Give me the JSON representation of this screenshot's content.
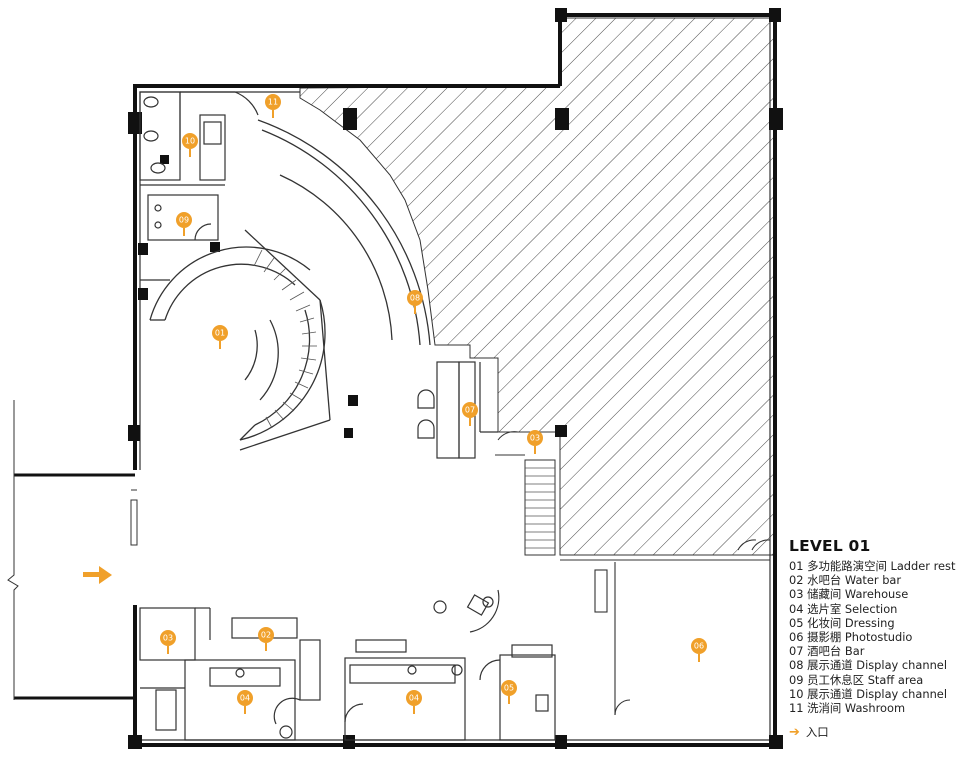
{
  "legend": {
    "title": "LEVEL 01",
    "items": [
      "01 多功能路演空间  Ladder rest",
      "02 水吧台  Water bar",
      "03 储藏间  Warehouse",
      "04 选片室  Selection",
      "05 化妆间  Dressing",
      "06 摄影棚  Photostudio",
      "07 酒吧台  Bar",
      "08 展示通道  Display channel",
      "09 员工休息区  Staff area",
      "10 展示通道  Display channel",
      "11 洗消间  Washroom"
    ],
    "entrance": "入口"
  },
  "markers": [
    "01",
    "02",
    "03",
    "03",
    "04",
    "04",
    "05",
    "06",
    "07",
    "08",
    "09",
    "10",
    "11"
  ],
  "colors": {
    "accent": "#f0a02a",
    "wall": "#111111",
    "line": "#333333"
  }
}
